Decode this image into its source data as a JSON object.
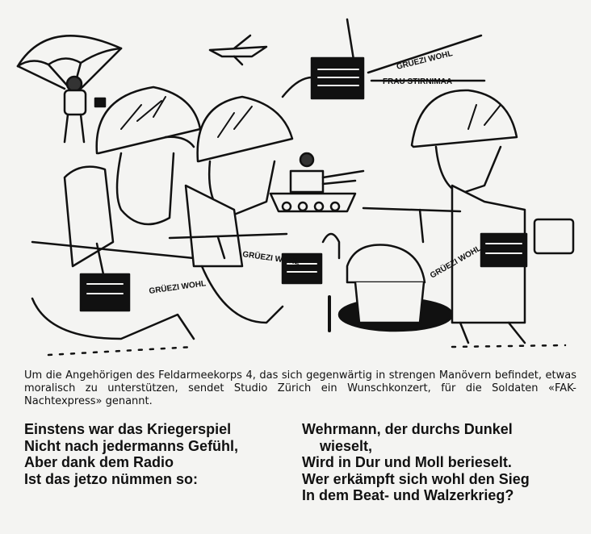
{
  "cartoon": {
    "speech_lines": {
      "greeting": "GRÜEZI WOHL",
      "addressee": "FRAU STIRNIMAA"
    },
    "radio_labels": [
      "GRÜEZI WOHL",
      "GRÜEZI WOHL",
      "GRÜEZI WOHL"
    ]
  },
  "caption": "Um die Angehörigen des Feldarmeekorps 4, das sich gegenwärtig in strengen Manövern befindet, etwas moralisch zu unterstützen, sendet Studio Zürich ein Wunschkonzert, für die Soldaten «FAK-Nachtexpress» genannt.",
  "poem": {
    "left": [
      "Einstens war das Kriegerspiel",
      "Nicht nach jedermanns Gefühl,",
      "Aber dank dem Radio",
      "Ist das jetzo nümmen so:"
    ],
    "right": [
      "Wehrmann, der durchs Dunkel",
      "wieselt,",
      "Wird in Dur und Moll berieselt.",
      "Wer erkämpft sich wohl den Sieg",
      "In dem Beat- und Walzerkrieg?"
    ]
  }
}
